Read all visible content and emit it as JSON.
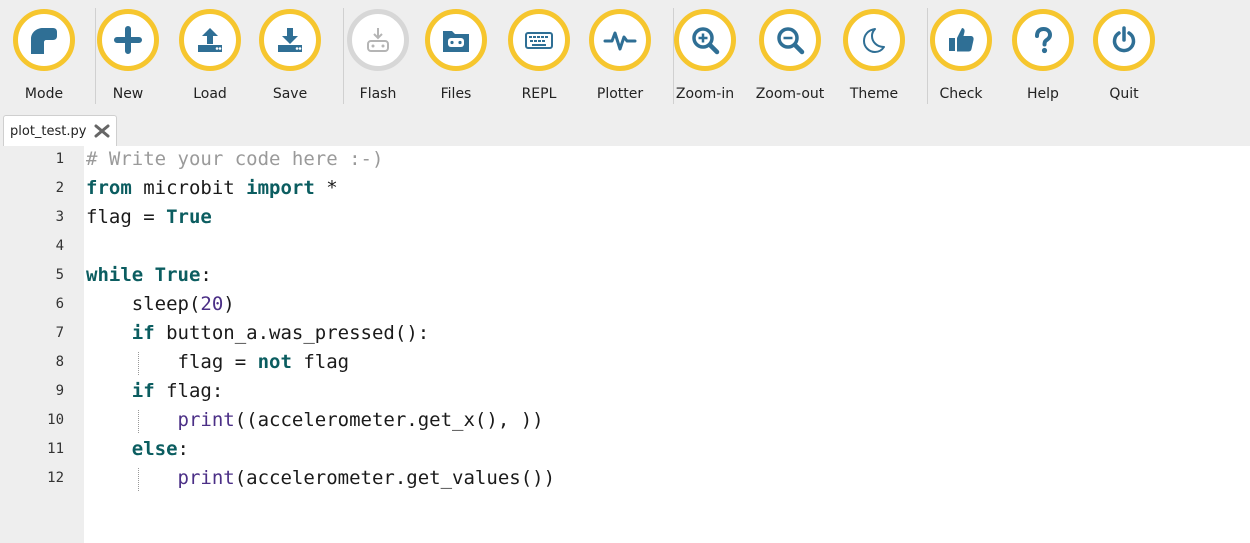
{
  "toolbar": {
    "buttons": [
      {
        "id": "mode",
        "label": "Mode",
        "icon": "mode-icon"
      },
      {
        "id": "new",
        "label": "New",
        "icon": "plus-icon"
      },
      {
        "id": "load",
        "label": "Load",
        "icon": "upload-icon"
      },
      {
        "id": "save",
        "label": "Save",
        "icon": "download-icon"
      },
      {
        "id": "flash",
        "label": "Flash",
        "icon": "flash-icon",
        "disabled": true
      },
      {
        "id": "files",
        "label": "Files",
        "icon": "files-icon"
      },
      {
        "id": "repl",
        "label": "REPL",
        "icon": "keyboard-icon"
      },
      {
        "id": "plotter",
        "label": "Plotter",
        "icon": "pulse-icon"
      },
      {
        "id": "zoom-in",
        "label": "Zoom-in",
        "icon": "zoom-in-icon"
      },
      {
        "id": "zoom-out",
        "label": "Zoom-out",
        "icon": "zoom-out-icon"
      },
      {
        "id": "theme",
        "label": "Theme",
        "icon": "moon-icon"
      },
      {
        "id": "check",
        "label": "Check",
        "icon": "thumbs-up-icon"
      },
      {
        "id": "help",
        "label": "Help",
        "icon": "question-icon"
      },
      {
        "id": "quit",
        "label": "Quit",
        "icon": "power-icon"
      }
    ]
  },
  "tab": {
    "name": "plot_test.py",
    "close_icon": "close-icon"
  },
  "editor": {
    "lines": [
      {
        "n": "1",
        "tokens": [
          {
            "t": "# Write your code here :-)",
            "c": "cm"
          }
        ]
      },
      {
        "n": "2",
        "tokens": [
          {
            "t": "from",
            "c": "kw"
          },
          {
            "t": " microbit ",
            "c": ""
          },
          {
            "t": "import",
            "c": "kw"
          },
          {
            "t": " *",
            "c": ""
          }
        ]
      },
      {
        "n": "3",
        "tokens": [
          {
            "t": "flag = ",
            "c": ""
          },
          {
            "t": "True",
            "c": "kw"
          }
        ]
      },
      {
        "n": "4",
        "tokens": []
      },
      {
        "n": "5",
        "tokens": [
          {
            "t": "while",
            "c": "kw"
          },
          {
            "t": " ",
            "c": ""
          },
          {
            "t": "True",
            "c": "kw"
          },
          {
            "t": ":",
            "c": ""
          }
        ]
      },
      {
        "n": "6",
        "tokens": [
          {
            "t": "    sleep(",
            "c": ""
          },
          {
            "t": "20",
            "c": "nm"
          },
          {
            "t": ")",
            "c": ""
          }
        ]
      },
      {
        "n": "7",
        "tokens": [
          {
            "t": "    ",
            "c": ""
          },
          {
            "t": "if",
            "c": "kw"
          },
          {
            "t": " button_a.was_pressed():",
            "c": ""
          }
        ]
      },
      {
        "n": "8",
        "tokens": [
          {
            "t": "        flag = ",
            "c": ""
          },
          {
            "t": "not",
            "c": "kw"
          },
          {
            "t": " flag",
            "c": ""
          }
        ]
      },
      {
        "n": "9",
        "tokens": [
          {
            "t": "    ",
            "c": ""
          },
          {
            "t": "if",
            "c": "kw"
          },
          {
            "t": " flag:",
            "c": ""
          }
        ]
      },
      {
        "n": "10",
        "tokens": [
          {
            "t": "        ",
            "c": ""
          },
          {
            "t": "print",
            "c": "bi"
          },
          {
            "t": "((accelerometer.get_x(), ))",
            "c": ""
          }
        ]
      },
      {
        "n": "11",
        "tokens": [
          {
            "t": "    ",
            "c": ""
          },
          {
            "t": "else",
            "c": "kw"
          },
          {
            "t": ":",
            "c": ""
          }
        ]
      },
      {
        "n": "12",
        "tokens": [
          {
            "t": "        ",
            "c": ""
          },
          {
            "t": "print",
            "c": "bi"
          },
          {
            "t": "(accelerometer.get_values())",
            "c": ""
          }
        ]
      }
    ]
  },
  "colors": {
    "accent": "#f6c62e",
    "icon": "#2f6f95",
    "disabled": "#d7d7d7",
    "keyword": "#0b5d60"
  }
}
